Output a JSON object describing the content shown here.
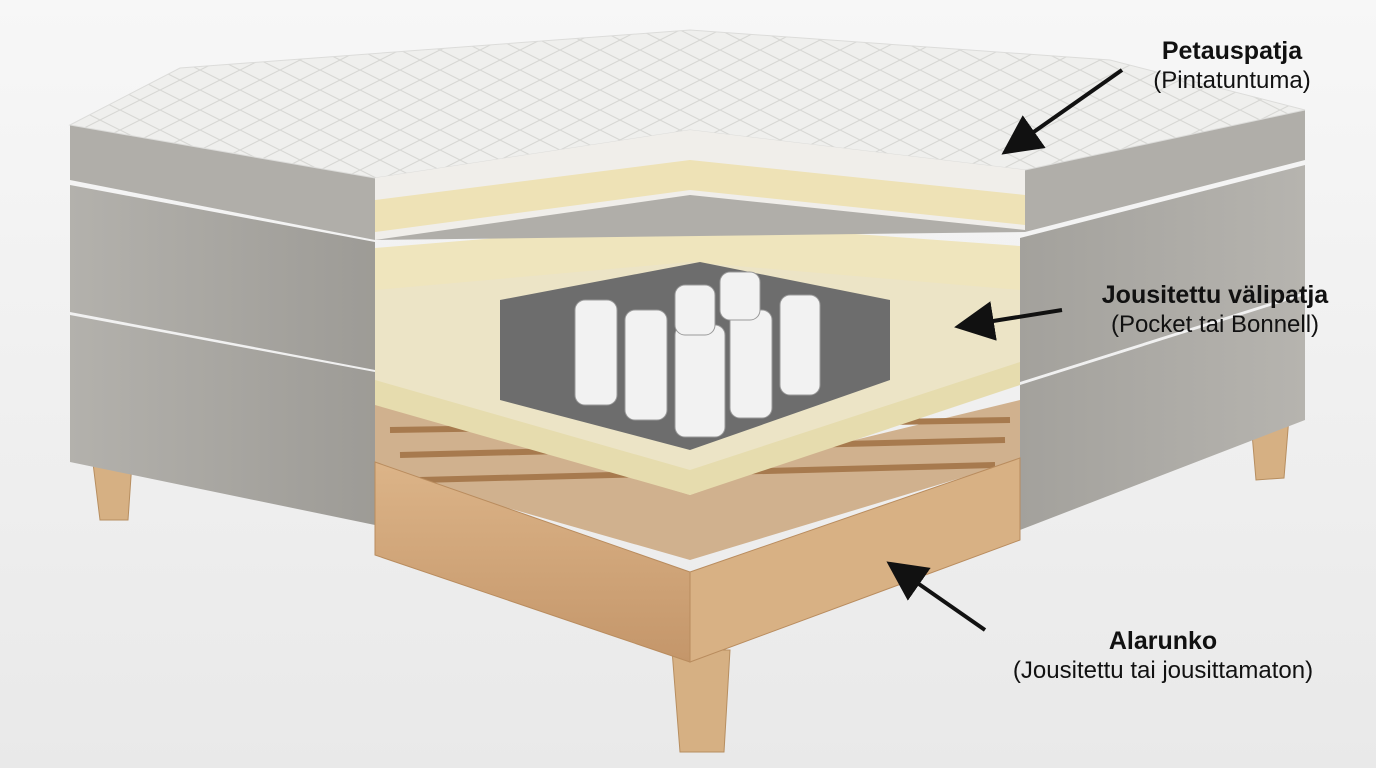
{
  "labels": [
    {
      "title": "Petauspatja",
      "subtitle": "(Pintatuntuma)"
    },
    {
      "title": "Jousitettu välipatja",
      "subtitle": "(Pocket tai Bonnell)"
    },
    {
      "title": "Alarunko",
      "subtitle": "(Jousitettu tai jousittamaton)"
    }
  ],
  "colors": {
    "background": "#f3f3f3",
    "fabric": "#a9a7a2",
    "topper": "#ededeb",
    "foam": "#efe6c4",
    "wood": "#d2a878",
    "arrow": "#111111"
  }
}
